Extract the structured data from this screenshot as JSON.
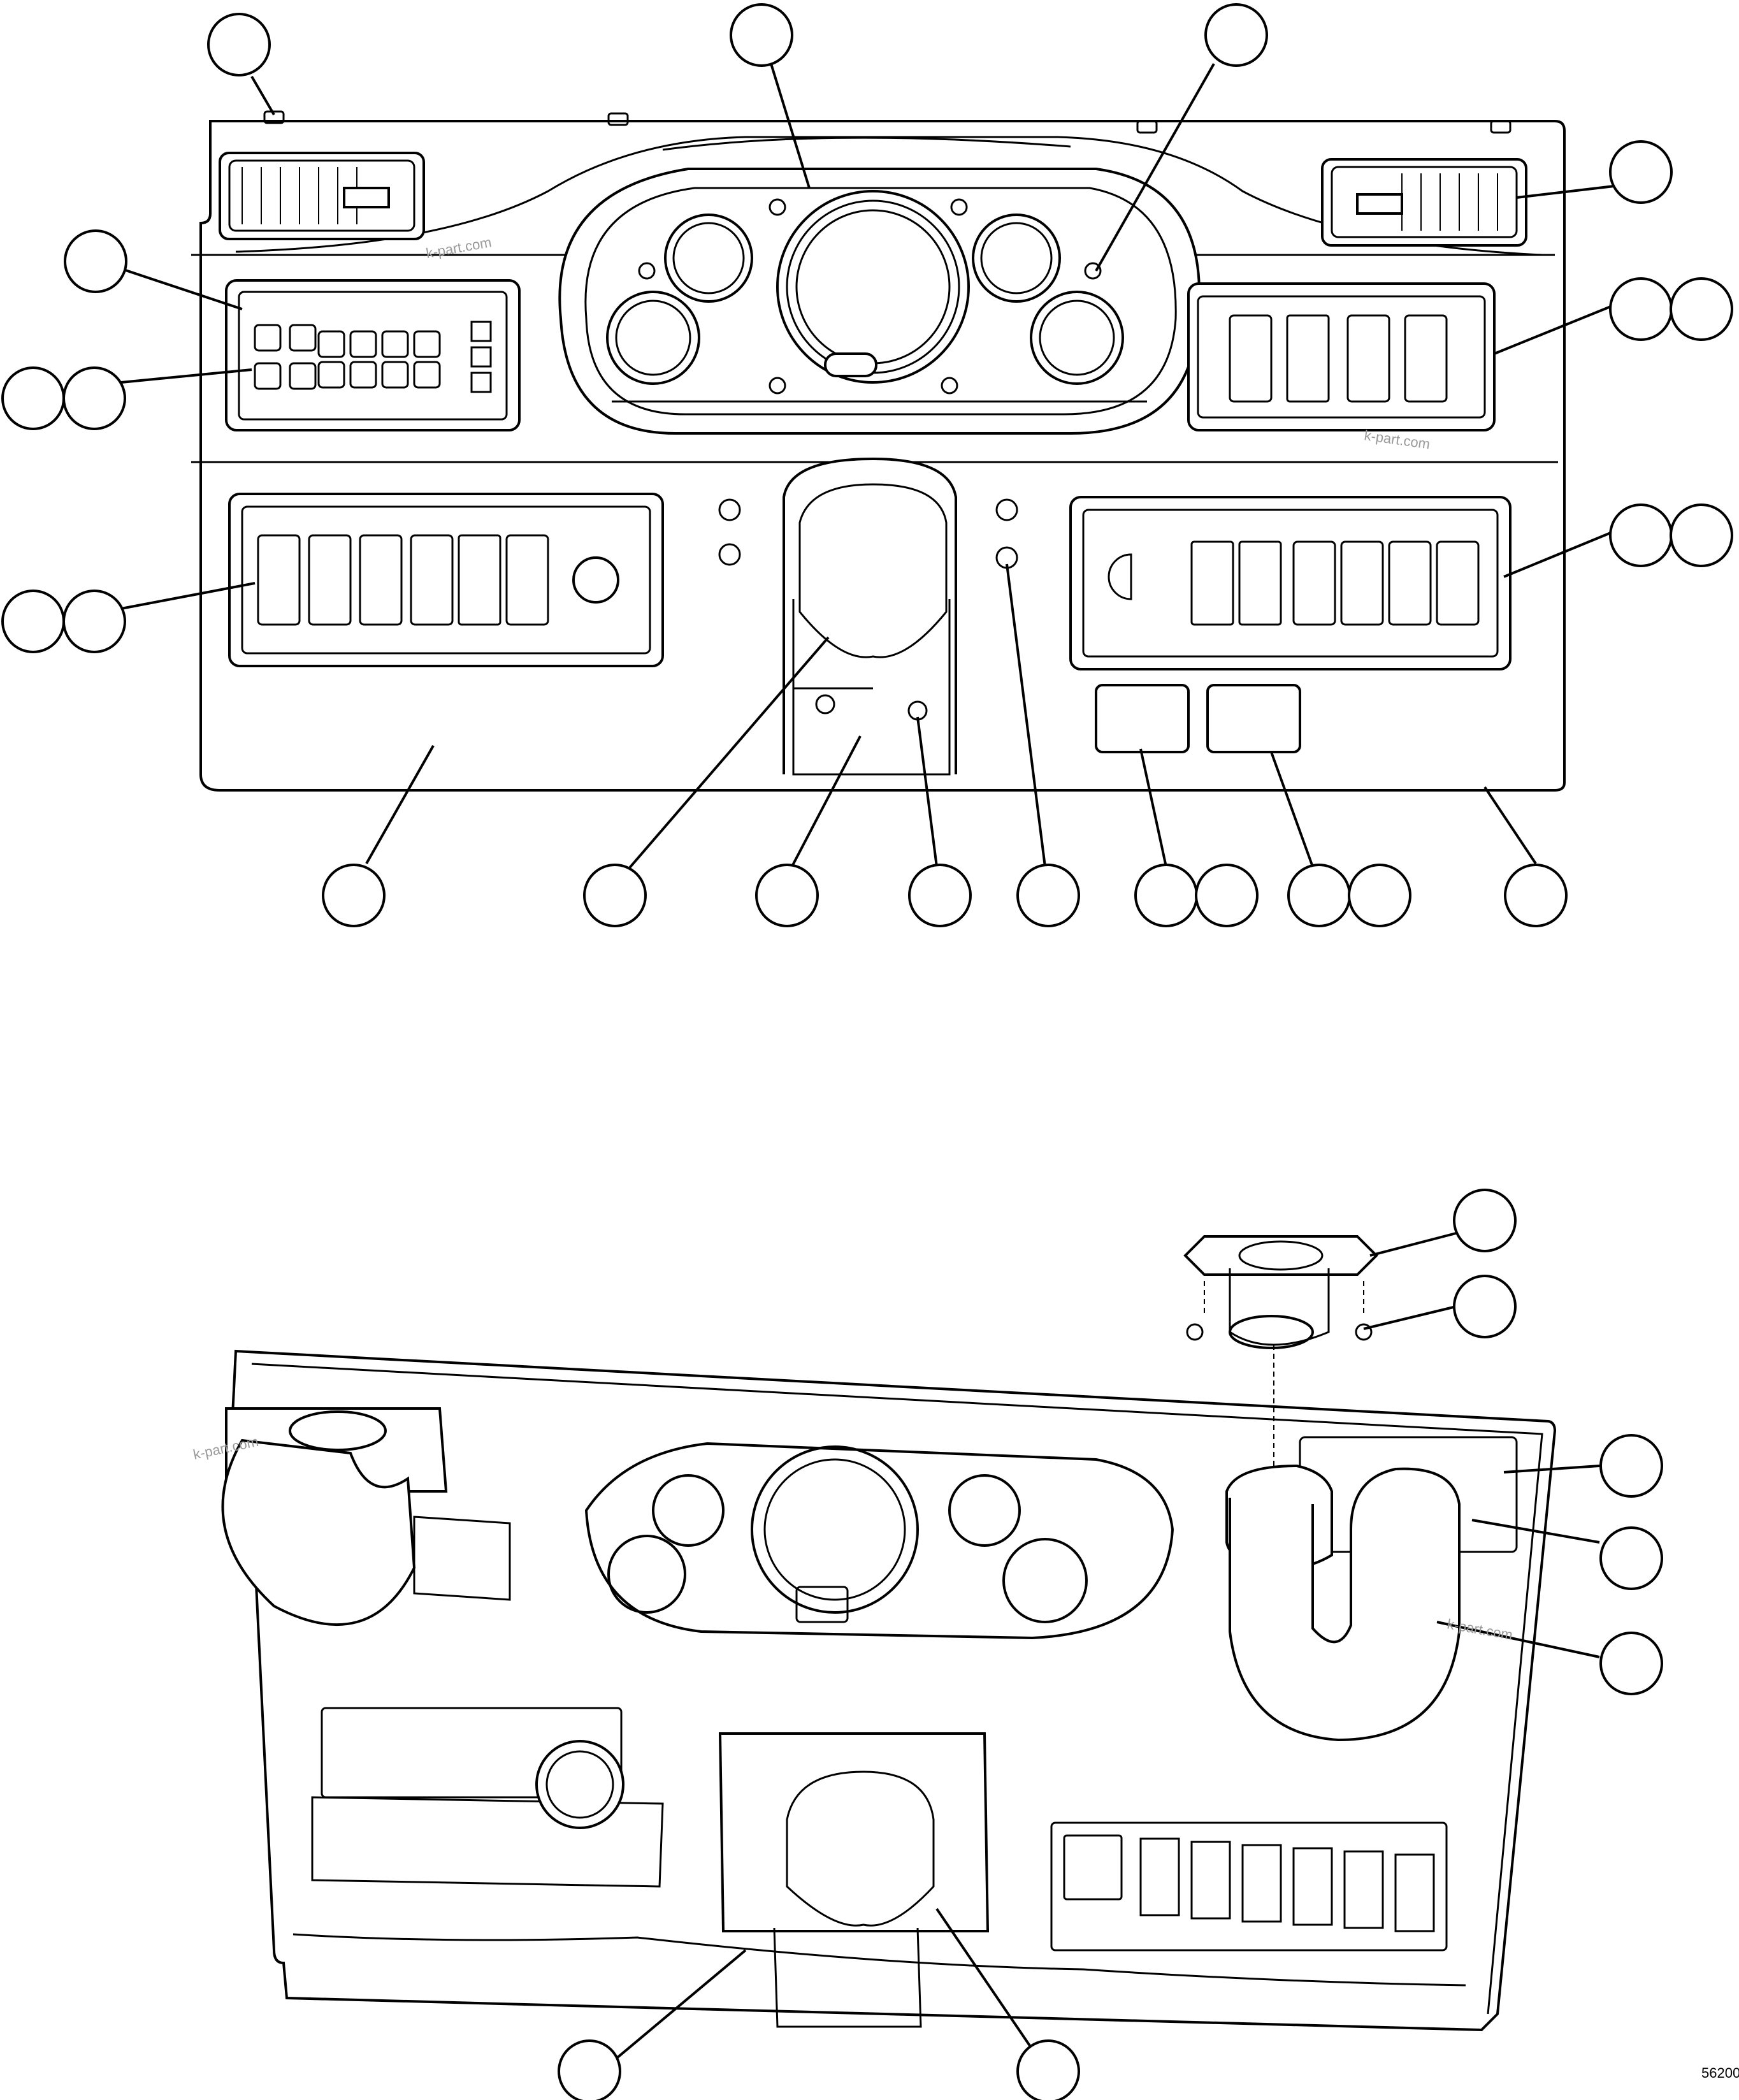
{
  "watermarks": [
    "k-part.com",
    "k-part.com",
    "k-part.com",
    "k-part.com"
  ],
  "figure_code": "56200",
  "callouts_top": [
    {
      "id": "c1"
    },
    {
      "id": "c2"
    },
    {
      "id": "c3"
    },
    {
      "id": "c4"
    },
    {
      "id": "c5"
    },
    {
      "id": "c6"
    },
    {
      "id": "c7"
    },
    {
      "id": "c8"
    },
    {
      "id": "c9"
    },
    {
      "id": "c10"
    },
    {
      "id": "c11"
    },
    {
      "id": "c12"
    },
    {
      "id": "c13"
    },
    {
      "id": "c14"
    },
    {
      "id": "c15"
    },
    {
      "id": "c16"
    },
    {
      "id": "c17"
    },
    {
      "id": "c18"
    },
    {
      "id": "c19"
    },
    {
      "id": "c20"
    },
    {
      "id": "c21"
    },
    {
      "id": "c22"
    },
    {
      "id": "c23"
    },
    {
      "id": "c24"
    },
    {
      "id": "c25"
    }
  ],
  "callouts_bottom": [
    {
      "id": "b1"
    },
    {
      "id": "b2"
    },
    {
      "id": "b3"
    },
    {
      "id": "b4"
    },
    {
      "id": "b5"
    },
    {
      "id": "b6"
    },
    {
      "id": "b7"
    }
  ]
}
